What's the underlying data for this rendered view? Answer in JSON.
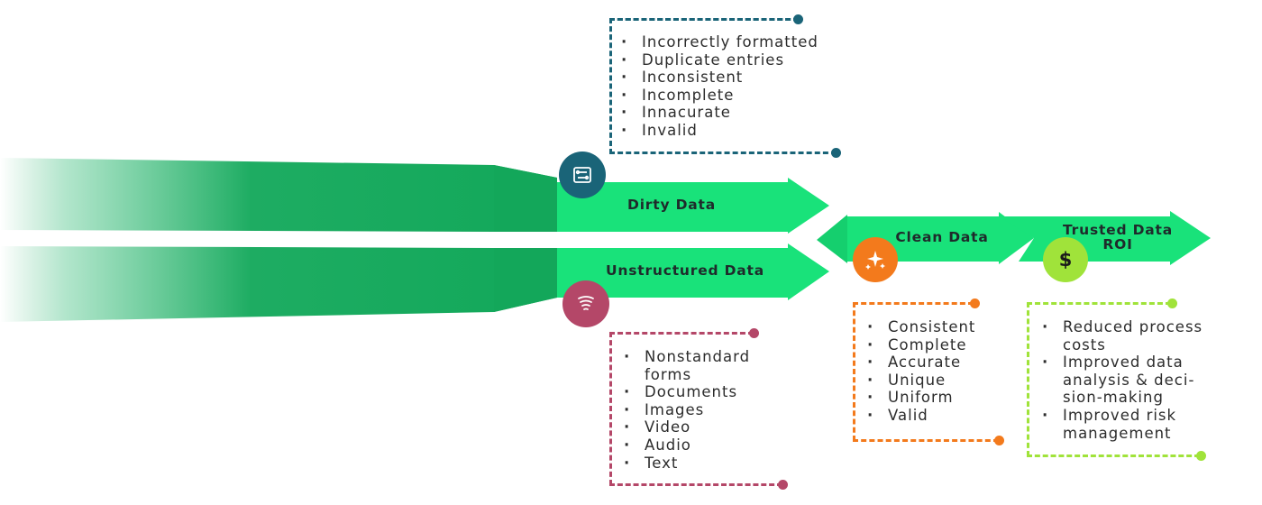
{
  "stages": {
    "dirty": {
      "label": "Dirty Data"
    },
    "unstructured": {
      "label": "Unstructured Data"
    },
    "clean": {
      "label": "Clean Data"
    },
    "trusted": {
      "label_line1": "Trusted Data",
      "label_line2": "ROI"
    }
  },
  "icons": {
    "dirty": "circuit-icon",
    "unstructured": "tornado-icon",
    "clean": "sparkle-icon",
    "trusted": "dollar-icon",
    "dollar_symbol": "$"
  },
  "lists": {
    "dirty": [
      "Incorrectly formatted",
      "Duplicate entries",
      "Inconsistent",
      "Incomplete",
      "Innacurate",
      "Invalid"
    ],
    "unstructured": [
      "Nonstandard forms",
      "Documents",
      "Images",
      "Video",
      "Audio",
      "Text"
    ],
    "clean": [
      "Consistent",
      "Complete",
      "Accurate",
      "Unique",
      "Uniform",
      "Valid"
    ],
    "trusted": [
      "Reduced process costs",
      "Improved data analysis & deci-sion-making",
      "Improved risk management"
    ]
  },
  "colors": {
    "arrow_green": "#19e27a",
    "stream_green": "#12a85a",
    "dirty_accent": "#1a6478",
    "unstructured_accent": "#b44768",
    "clean_accent": "#f37a1c",
    "trusted_accent": "#a0e33a"
  }
}
